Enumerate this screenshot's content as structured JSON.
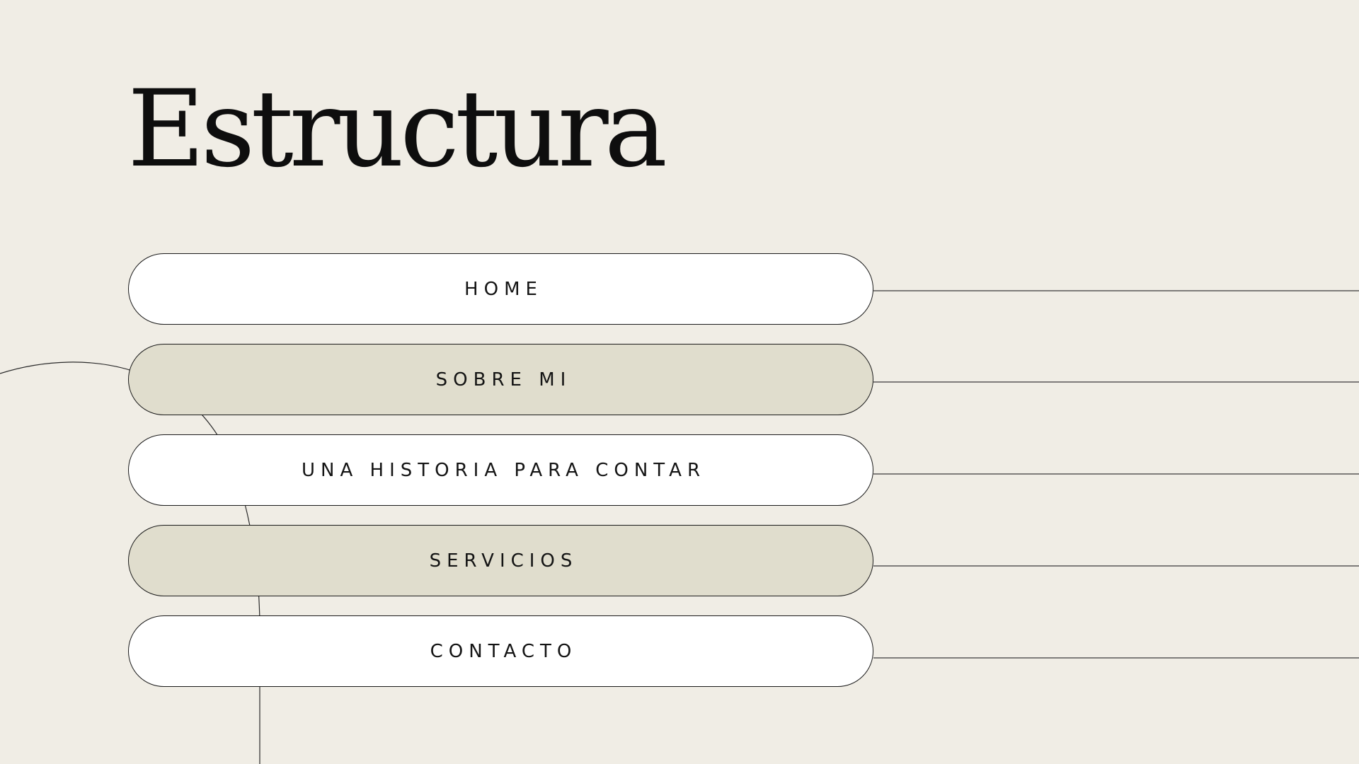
{
  "page": {
    "title": "Estructura",
    "background": "#f0ede5"
  },
  "nav": {
    "items": [
      {
        "label": "HOME",
        "shaded": false
      },
      {
        "label": "SOBRE MI",
        "shaded": true
      },
      {
        "label": "UNA HISTORIA PARA CONTAR",
        "shaded": false
      },
      {
        "label": "SERVICIOS",
        "shaded": true
      },
      {
        "label": "CONTACTO",
        "shaded": false
      }
    ]
  },
  "colors": {
    "pill_fill": "#ffffff",
    "pill_shaded_fill": "#e0ddcd",
    "line": "#1a1a1a"
  }
}
